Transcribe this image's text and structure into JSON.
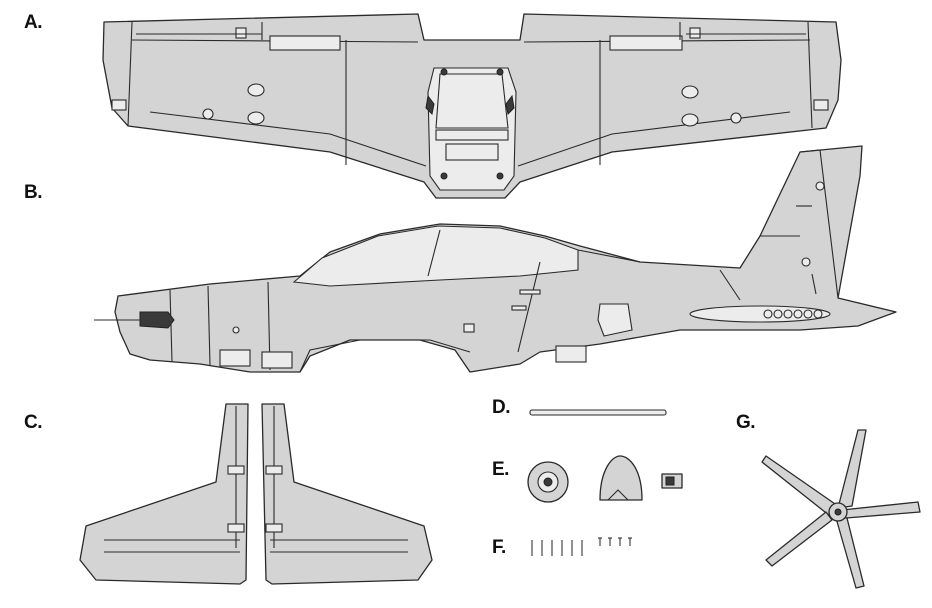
{
  "labels": {
    "a": "A.",
    "b": "B.",
    "c": "C.",
    "d": "D.",
    "e": "E.",
    "f": "F.",
    "g": "G."
  },
  "colors": {
    "part_fill": "#d4d4d4",
    "outline": "#2a2a2a",
    "background": "#ffffff"
  }
}
